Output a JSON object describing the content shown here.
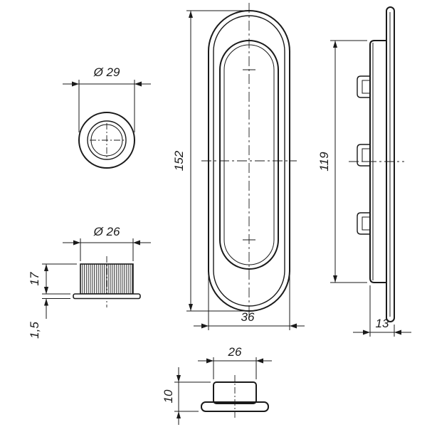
{
  "drawing_type": "technical-dimension-drawing",
  "colors": {
    "line": "#1a1a1a",
    "background": "#ffffff"
  },
  "dimensions": {
    "thumbturn_diameter": "Ø 29",
    "knurl_diameter": "Ø 26",
    "knurl_height": "17",
    "flange_thickness": "1,5",
    "handle_height": "152",
    "handle_width": "36",
    "side_height": "119",
    "side_depth": "13",
    "bottom_width": "26",
    "bottom_depth": "10"
  }
}
